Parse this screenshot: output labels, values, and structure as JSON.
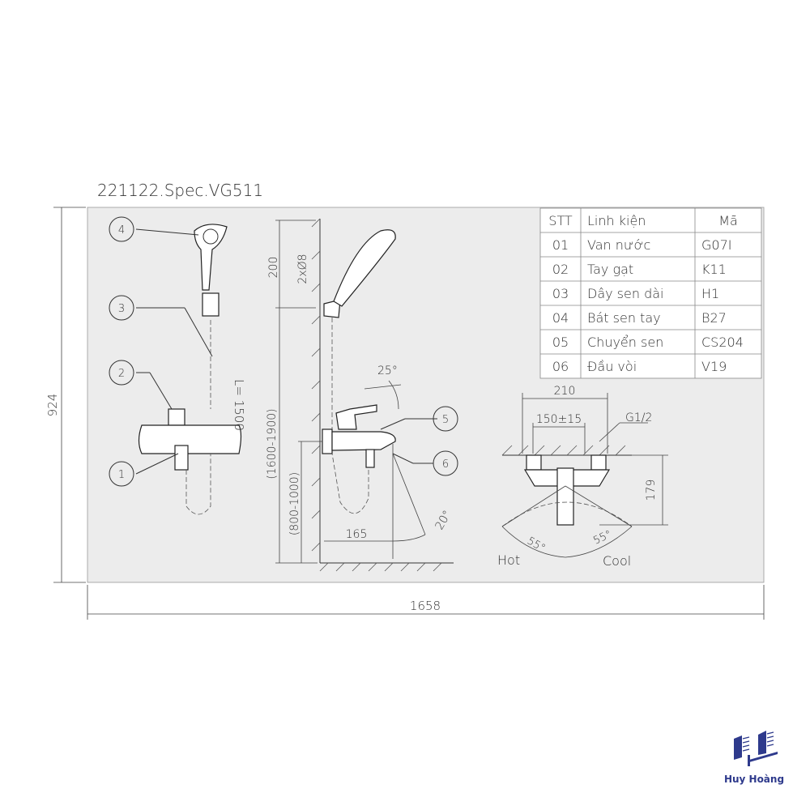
{
  "title": "221122.Spec.VG511",
  "table": {
    "headers": [
      "STT",
      "Linh kiện",
      "Mã"
    ],
    "rows": [
      [
        "01",
        "Van nước",
        "G07I"
      ],
      [
        "02",
        "Tay gạt",
        "K11"
      ],
      [
        "03",
        "Dây sen dài",
        "H1"
      ],
      [
        "04",
        "Bát sen tay",
        "B27"
      ],
      [
        "05",
        "Chuyển sen",
        "CS204"
      ],
      [
        "06",
        "Đầu vòi",
        "V19"
      ]
    ]
  },
  "callouts": [
    "1",
    "2",
    "3",
    "4",
    "5",
    "6"
  ],
  "dims": {
    "height_total": "924",
    "width_total": "1658",
    "hose_length": "L= 1500",
    "d200": "200",
    "screws": "2xØ8",
    "shower_height": "(1600-1900)",
    "mixer_height": "(800-1000)",
    "spout_reach": "165",
    "angle_25": "25°",
    "angle_20": "20°",
    "w210": "210",
    "w150": "150±15",
    "thread": "G1/2",
    "h179": "179",
    "angle_hot": "55°",
    "angle_cool": "55°",
    "hot": "Hot",
    "cool": "Cool"
  },
  "logo": {
    "text": "Huy Hoàng",
    "color": "#2e3a8c"
  }
}
